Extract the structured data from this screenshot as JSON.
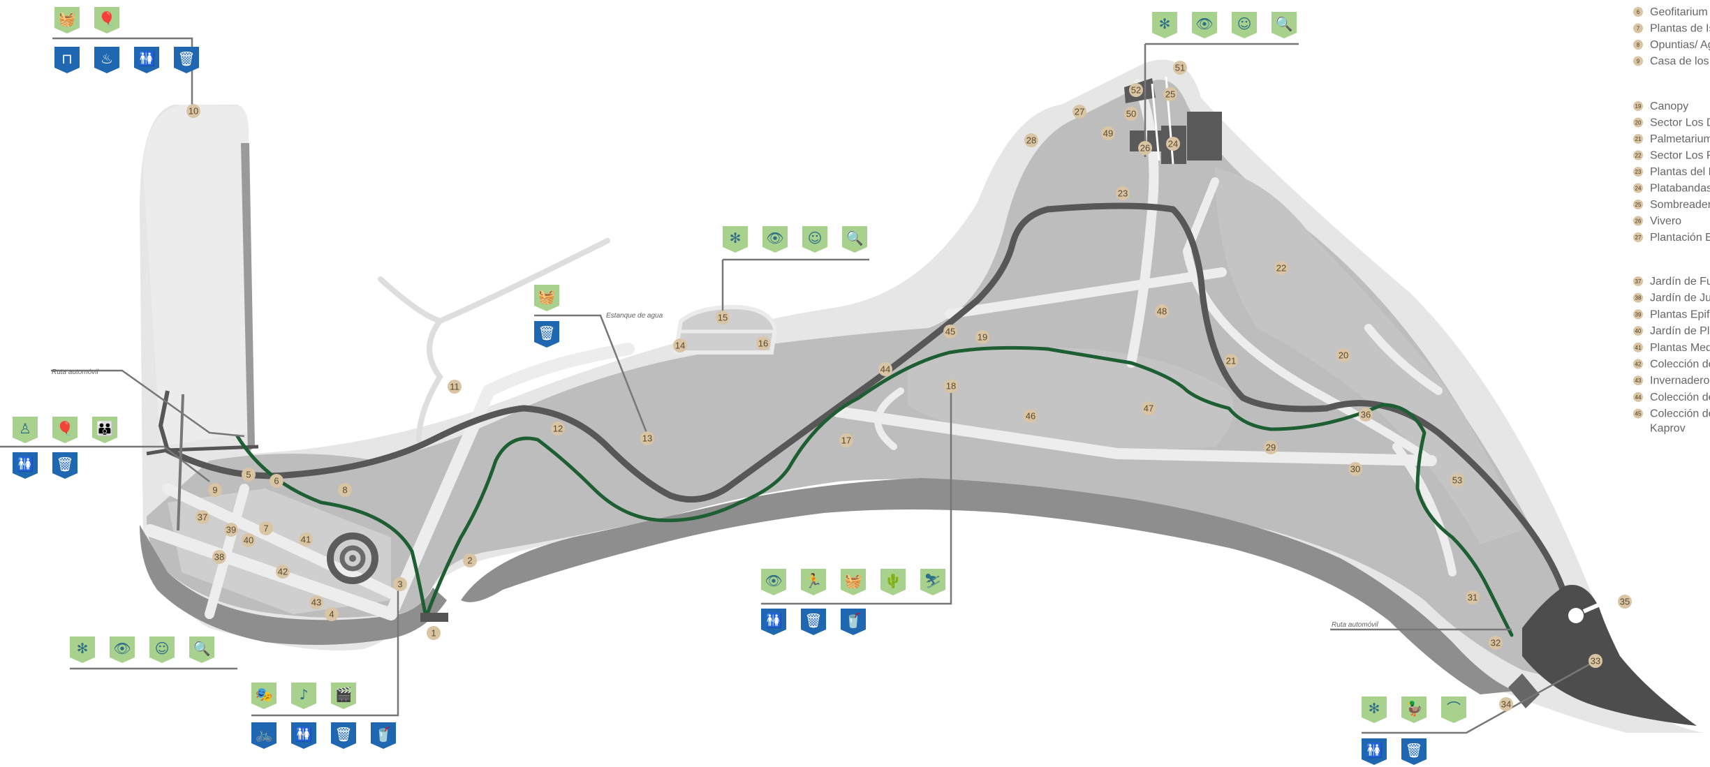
{
  "colors": {
    "park": "#bdbdbd",
    "park_light": "#d4d4d4",
    "outline": "#e6e6e6",
    "edge": "#8a8a8a",
    "road": "#555555",
    "trail": "#1e5e33",
    "path": "#ededed",
    "marker": "#d9c4a3",
    "icon_green": "#a9d18e",
    "icon_blue": "#1f67b1",
    "connector": "#777777"
  },
  "markers": [
    {
      "id": "1",
      "label": "1"
    },
    {
      "id": "2",
      "label": "2"
    },
    {
      "id": "3",
      "label": "3"
    },
    {
      "id": "4",
      "label": "4"
    },
    {
      "id": "5",
      "label": "5"
    },
    {
      "id": "6",
      "label": "6"
    },
    {
      "id": "7",
      "label": "7"
    },
    {
      "id": "8",
      "label": "8"
    },
    {
      "id": "9",
      "label": "9"
    },
    {
      "id": "10",
      "label": "10"
    },
    {
      "id": "11",
      "label": "11"
    },
    {
      "id": "12",
      "label": "12"
    },
    {
      "id": "13",
      "label": "13"
    },
    {
      "id": "14",
      "label": "14"
    },
    {
      "id": "15",
      "label": "15"
    },
    {
      "id": "16",
      "label": "16"
    },
    {
      "id": "17",
      "label": "17"
    },
    {
      "id": "18",
      "label": "18"
    },
    {
      "id": "19",
      "label": "19"
    },
    {
      "id": "20",
      "label": "20"
    },
    {
      "id": "21",
      "label": "21"
    },
    {
      "id": "22",
      "label": "22"
    },
    {
      "id": "23",
      "label": "23"
    },
    {
      "id": "24",
      "label": "24"
    },
    {
      "id": "25",
      "label": "25"
    },
    {
      "id": "26",
      "label": "26"
    },
    {
      "id": "27",
      "label": "27"
    },
    {
      "id": "28",
      "label": "28"
    },
    {
      "id": "29",
      "label": "29"
    },
    {
      "id": "30",
      "label": "30"
    },
    {
      "id": "31",
      "label": "31"
    },
    {
      "id": "32",
      "label": "32"
    },
    {
      "id": "33",
      "label": "33"
    },
    {
      "id": "34",
      "label": "34"
    },
    {
      "id": "35",
      "label": "35"
    },
    {
      "id": "36",
      "label": "36"
    },
    {
      "id": "37",
      "label": "37"
    },
    {
      "id": "38",
      "label": "38"
    },
    {
      "id": "39",
      "label": "39"
    },
    {
      "id": "40",
      "label": "40"
    },
    {
      "id": "41",
      "label": "41"
    },
    {
      "id": "42",
      "label": "42"
    },
    {
      "id": "43",
      "label": "43"
    },
    {
      "id": "44",
      "label": "44"
    },
    {
      "id": "45",
      "label": "45"
    },
    {
      "id": "46",
      "label": "46"
    },
    {
      "id": "47",
      "label": "47"
    },
    {
      "id": "48",
      "label": "48"
    },
    {
      "id": "49",
      "label": "49"
    },
    {
      "id": "50",
      "label": "50"
    },
    {
      "id": "51",
      "label": "51"
    },
    {
      "id": "52",
      "label": "52"
    },
    {
      "id": "53",
      "label": "53"
    }
  ],
  "annotations": {
    "ruta_automovil_left": "Ruta automóvil",
    "ruta_automovil_right": "Ruta automóvil",
    "estanque": "Estanque de agua"
  },
  "legend": {
    "group1": [
      {
        "num": "6",
        "label": "Geofitarium"
      },
      {
        "num": "7",
        "label": "Plantas de Isl"
      },
      {
        "num": "8",
        "label": "Opuntias/ Ag"
      },
      {
        "num": "9",
        "label": "Casa de los I"
      }
    ],
    "group2": [
      {
        "num": "19",
        "label": "Canopy"
      },
      {
        "num": "20",
        "label": "Sector Los D"
      },
      {
        "num": "21",
        "label": "Palmetarium"
      },
      {
        "num": "22",
        "label": "Sector Los R"
      },
      {
        "num": "23",
        "label": "Plantas del Bo"
      },
      {
        "num": "24",
        "label": "Platabandas"
      },
      {
        "num": "25",
        "label": "Sombreadero"
      },
      {
        "num": "26",
        "label": "Vivero"
      },
      {
        "num": "27",
        "label": "Plantación Es"
      }
    ],
    "group3": [
      {
        "num": "37",
        "label": "Jardín de Fuc"
      },
      {
        "num": "38",
        "label": "Jardín de Jun"
      },
      {
        "num": "39",
        "label": "Plantas Epifit"
      },
      {
        "num": "40",
        "label": "Jardín de Pla"
      },
      {
        "num": "41",
        "label": "Plantas Medit"
      },
      {
        "num": "42",
        "label": "Colección de"
      },
      {
        "num": "43",
        "label": "Invernadero"
      },
      {
        "num": "44",
        "label": "Colección de"
      },
      {
        "num": "45",
        "label": "Colección de",
        "label2": "Kaprov"
      }
    ]
  },
  "icon_groups": [
    {
      "id": "top-left",
      "green": [
        "basket-icon",
        "balloon-icon"
      ],
      "blue": [
        "picnic-table-icon",
        "grill-icon",
        "restrooms-icon",
        "trash-icon"
      ]
    },
    {
      "id": "left",
      "green": [
        "child-play-icon",
        "balloon-icon",
        "family-icon"
      ],
      "blue": [
        "restrooms-icon",
        "trash-icon"
      ]
    },
    {
      "id": "bottom-left",
      "green": [
        "flower-icon",
        "eye-icon",
        "guide-icon",
        "magnifier-icon"
      ],
      "blue": []
    },
    {
      "id": "bottom-center-left",
      "green": [
        "theater-masks-icon",
        "music-note-icon",
        "film-icon"
      ],
      "blue": [
        "bicycle-icon",
        "restrooms-icon",
        "trash-icon",
        "drink-cup-icon"
      ]
    },
    {
      "id": "estanque",
      "green": [
        "basket-icon"
      ],
      "blue": [
        "trash-icon"
      ]
    },
    {
      "id": "center-top",
      "green": [
        "flower-icon",
        "eye-icon",
        "guide-icon",
        "magnifier-icon"
      ],
      "blue": []
    },
    {
      "id": "center-bottom",
      "green": [
        "eye-icon",
        "running-kid-icon",
        "basket-icon",
        "cactus-icon",
        "zipline-icon"
      ],
      "blue": [
        "restrooms-icon",
        "trash-icon",
        "drink-cup-icon"
      ]
    },
    {
      "id": "top-right",
      "green": [
        "flower-icon",
        "eye-icon",
        "guide-icon",
        "magnifier-icon"
      ],
      "blue": []
    },
    {
      "id": "bottom-right",
      "green": [
        "flower-icon",
        "duck-icon",
        "bridge-icon"
      ],
      "blue": [
        "restrooms-icon",
        "trash-icon"
      ]
    }
  ]
}
